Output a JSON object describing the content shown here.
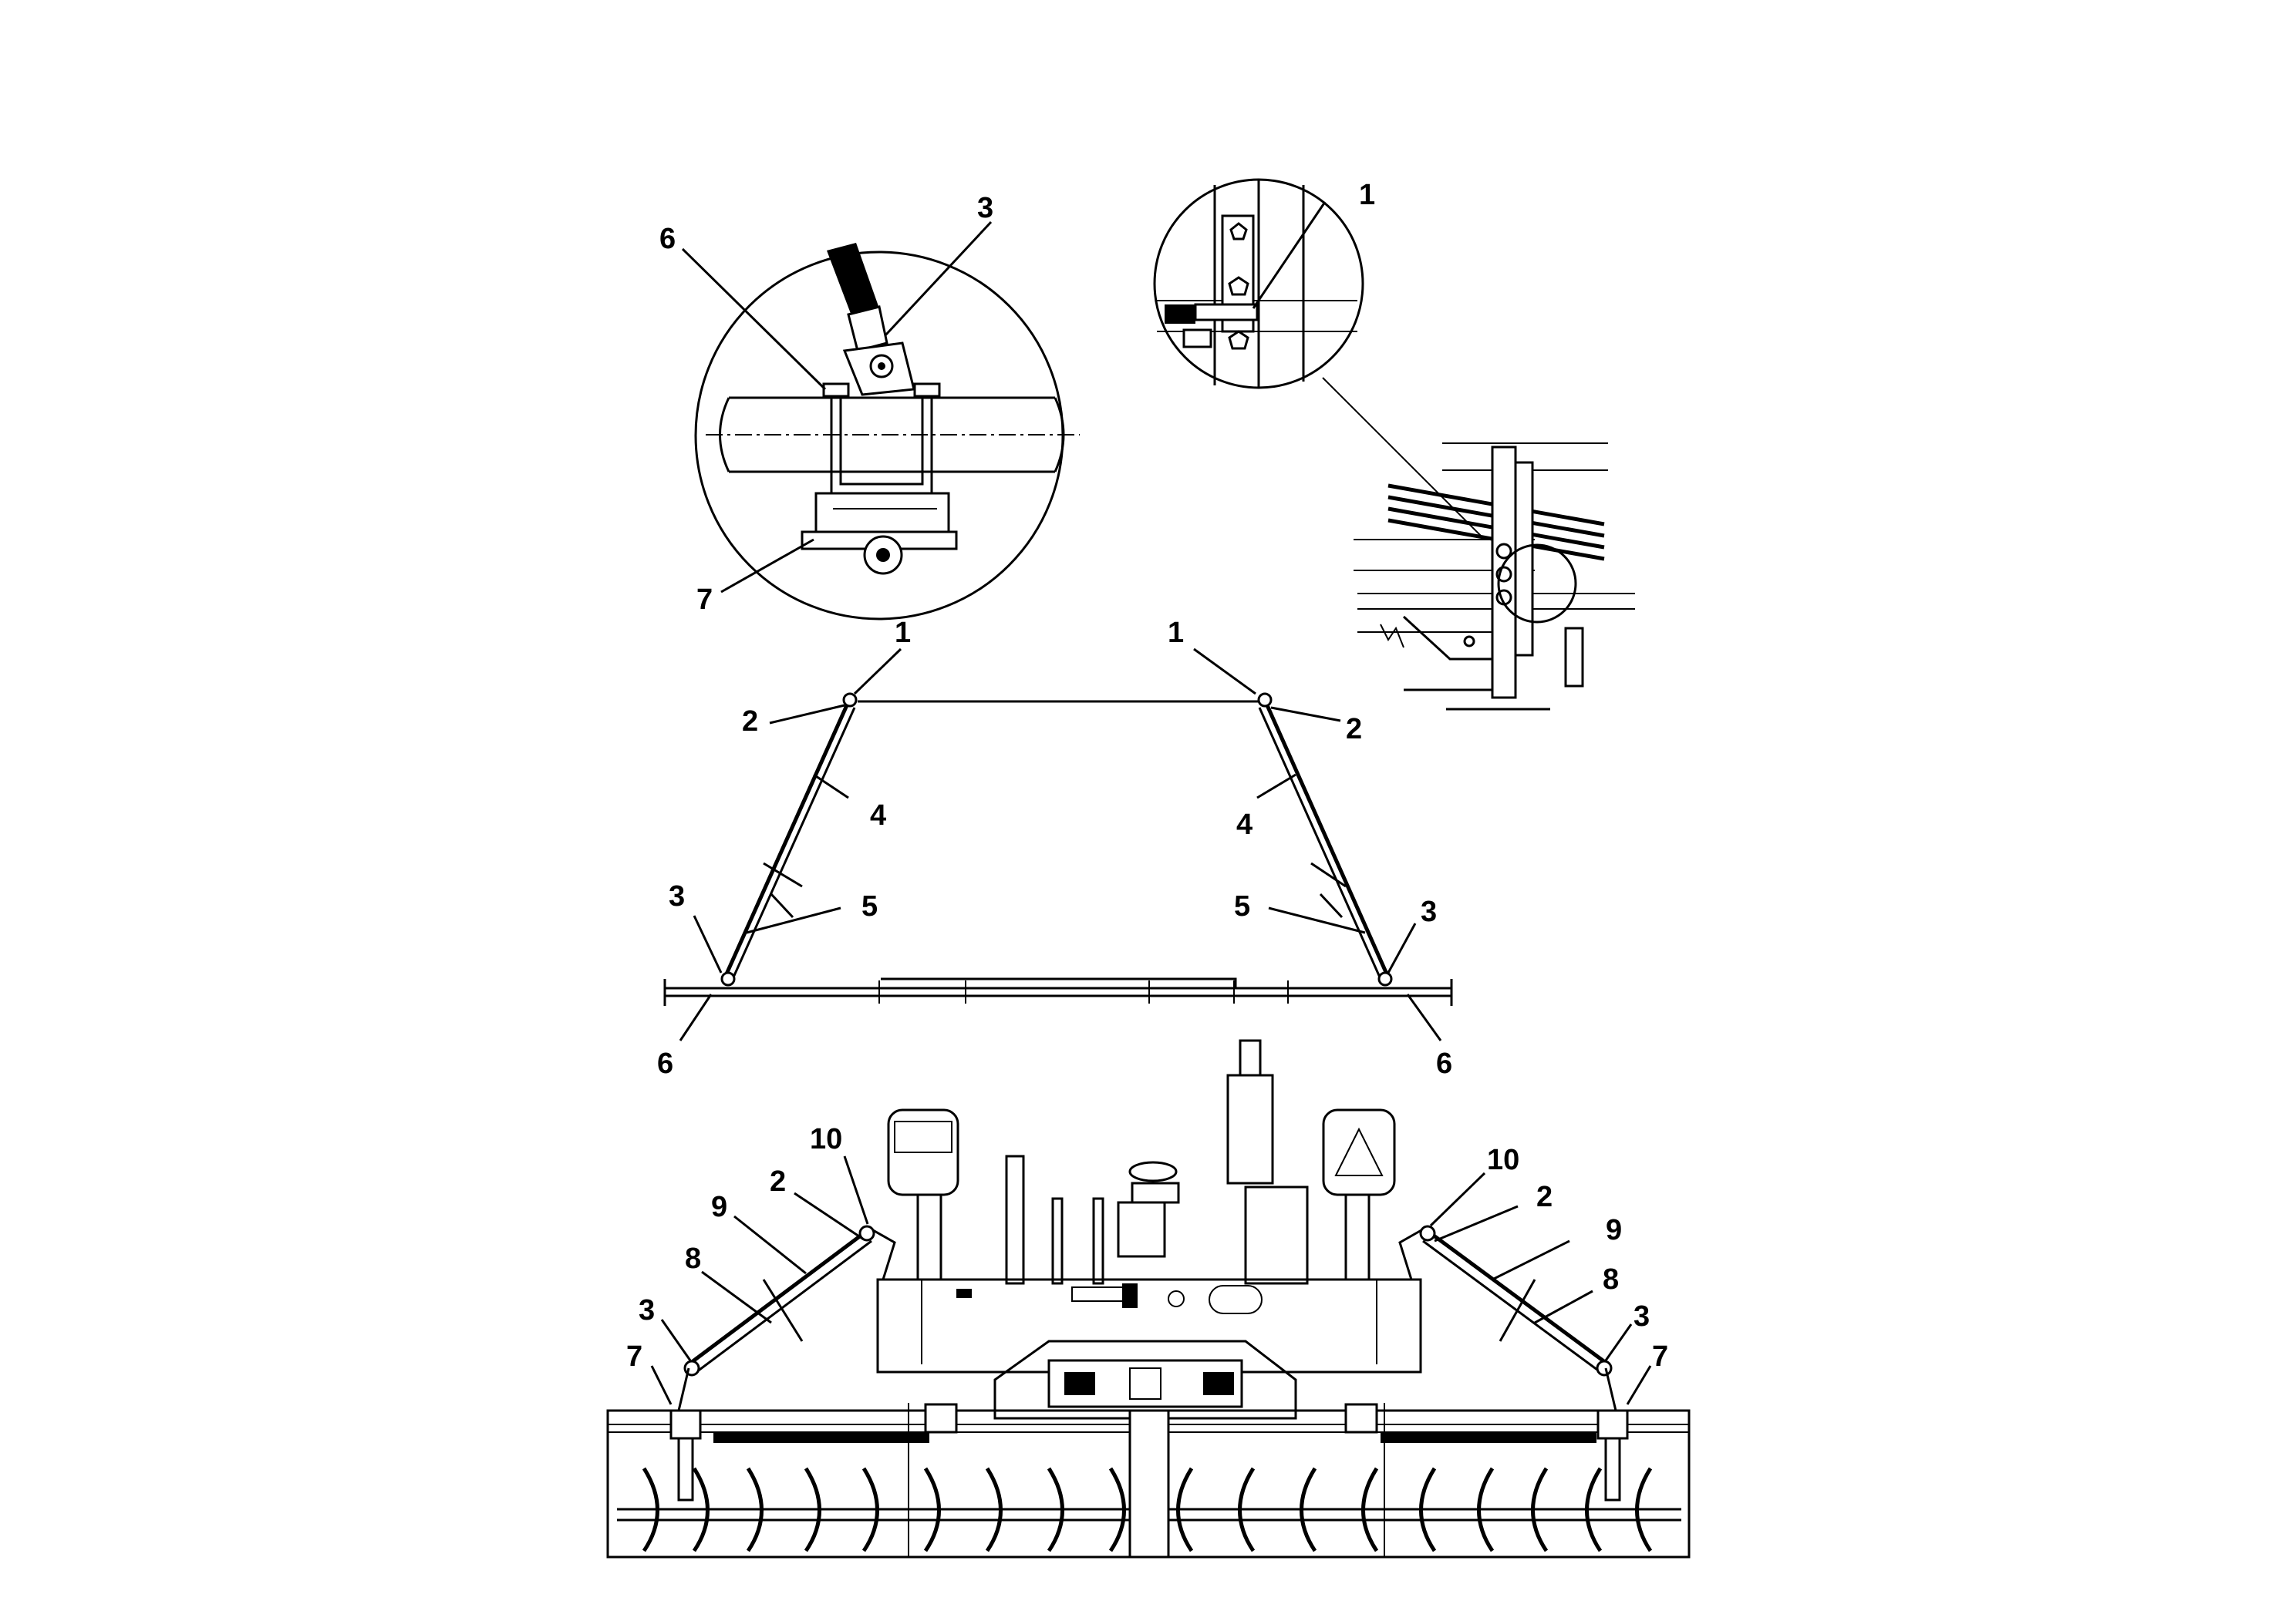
{
  "diagram": {
    "detail_tow_clamp": {
      "callouts": [
        "6",
        "3",
        "7"
      ]
    },
    "detail_bracket": {
      "callouts": [
        "1"
      ]
    },
    "side_view_frame": {
      "callouts": [
        "1",
        "1",
        "2",
        "2",
        "4",
        "4",
        "5",
        "5",
        "3",
        "3",
        "6",
        "6"
      ]
    },
    "front_view_paver": {
      "callouts": [
        "10",
        "10",
        "2",
        "2",
        "9",
        "9",
        "8",
        "8",
        "3",
        "3",
        "7",
        "7"
      ]
    }
  }
}
